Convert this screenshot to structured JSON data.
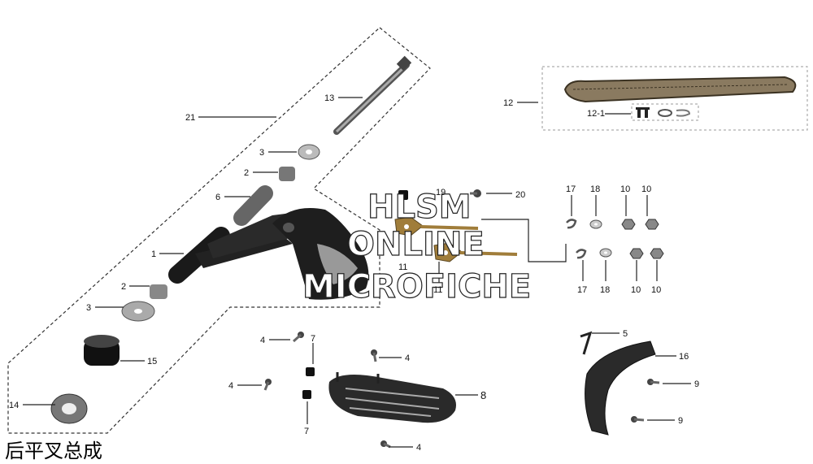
{
  "title": "后平叉总成",
  "watermark": {
    "line1": "HLSM",
    "line2": "ONLINE",
    "line3": "MICROFICHE"
  },
  "callouts": {
    "c21": "21",
    "c13": "13",
    "c3a": "3",
    "c2a": "2",
    "c6": "6",
    "c1": "1",
    "c2b": "2",
    "c3b": "3",
    "c15": "15",
    "c14": "14",
    "c12": "12",
    "c12_1": "12-1",
    "c19": "19",
    "c20": "20",
    "c11a": "11",
    "c11b": "11",
    "c17a": "17",
    "c18a": "18",
    "c10a": "10",
    "c10b": "10",
    "c17b": "17",
    "c18b": "18",
    "c10c": "10",
    "c10d": "10",
    "c4a": "4",
    "c7a": "7",
    "c4b": "4",
    "c4c": "4",
    "c7b": "7",
    "c8": "8",
    "c4d": "4",
    "c5": "5",
    "c16": "16",
    "c9a": "9",
    "c9b": "9"
  }
}
